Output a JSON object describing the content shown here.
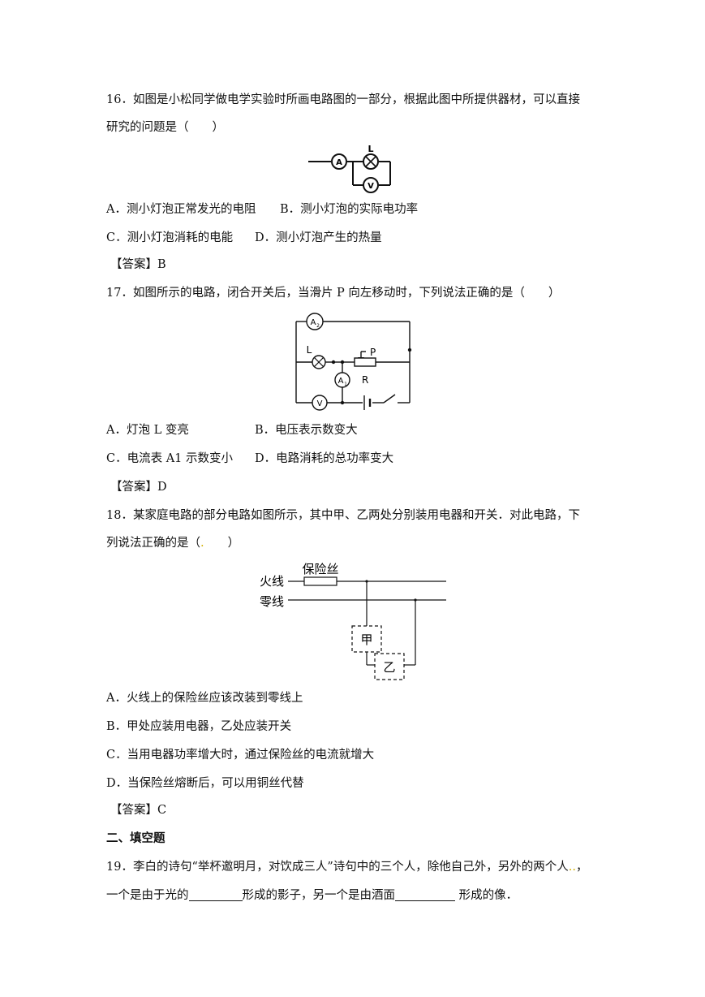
{
  "q16": {
    "stem_line1": "16．如图是小松同学做电学实验时所画电路图的一部分，根据此图中所提供器材，可以直接",
    "stem_line2": "研究的问题是（　　）",
    "figure": {
      "ammeter": "A",
      "lamp": "L",
      "voltmeter": "V"
    },
    "options": {
      "A": "A．测小灯泡正常发光的电阻",
      "B": "B．测小灯泡的实际电功率",
      "C": "C．测小灯泡消耗的电能",
      "D": "D．测小灯泡产生的热量"
    },
    "answer": "【答案】B"
  },
  "q17": {
    "stem": "17．如图所示的电路，闭合开关后，当滑片 P 向左移动时，下列说法正确的是（　　）",
    "figure": {
      "a2": "A",
      "a2_sub": "2",
      "a1": "A",
      "a1_sub": "1",
      "lamp": "L",
      "slider": "P",
      "resistor": "R",
      "voltmeter": "V"
    },
    "options": {
      "A": "A．灯泡 L 变亮",
      "B": "B．电压表示数变大",
      "C": "C．电流表 A1 示数变小",
      "D": "D．电路消耗的总功率变大"
    },
    "answer": "【答案】D"
  },
  "q18": {
    "stem_line1": "18．某家庭电路的部分电路如图所示，其中甲、乙两处分别装用电器和开关．对此电路，下",
    "stem_line2_a": "列说法正确的是（",
    "stem_line2_dot": ".",
    "stem_line2_b": "　　）",
    "figure": {
      "fuse": "保险丝",
      "live": "火线",
      "neutral": "零线",
      "jia": "甲",
      "yi": "乙"
    },
    "options": {
      "A": "A．火线上的保险丝应该改装到零线上",
      "B": "B．甲处应装用电器，乙处应装开关",
      "C": "C．当用电器功率增大时，通过保险丝的电流就增大",
      "D": "D．当保险丝熔断后，可以用铜丝代替"
    },
    "answer": "【答案】C"
  },
  "section2": "二、填空题",
  "q19": {
    "line1_a": "19．李白的诗句“举杯邀明月，对饮成三人”诗句中的三个人，除他自己外，另外的两个人",
    "line1_dot": "..",
    "line1_b": "，",
    "line2_a": "一个是由于光的",
    "line2_b": "形成的影子，另一个是由酒面",
    "line2_c": " 形成的像．"
  }
}
